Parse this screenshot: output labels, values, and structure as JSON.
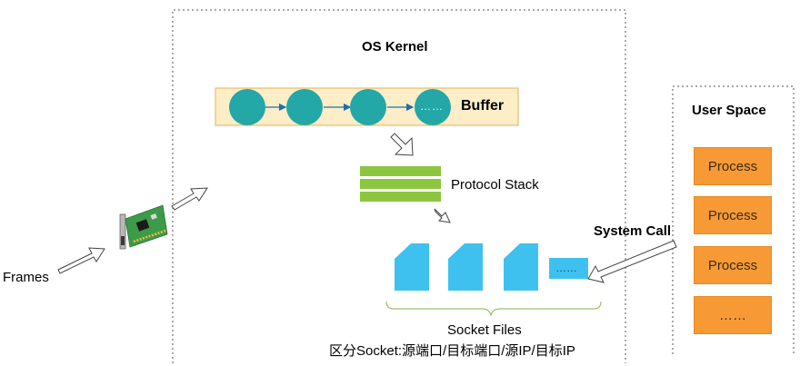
{
  "kernel": {
    "title": "OS Kernel",
    "buffer_label": "Buffer",
    "buffer_ellipsis": "……",
    "protocol_stack_label": "Protocol Stack",
    "socket_ellipsis": "……",
    "socket_files_label": "Socket Files",
    "socket_distinguish_label": "区分Socket:源端口/目标端口/源IP/目标IP"
  },
  "user_space": {
    "title": "User Space",
    "processes": [
      "Process",
      "Process",
      "Process",
      "……"
    ]
  },
  "system_call_label": "System Call",
  "frames_label": "Frames",
  "colors": {
    "buffer_bg": "#fdeec8",
    "buffer_node": "#23a7a7",
    "protocol_stack": "#8cc63f",
    "socket_file": "#3fc1ef",
    "process_box": "#f79a36",
    "brace": "#9bc46b"
  }
}
